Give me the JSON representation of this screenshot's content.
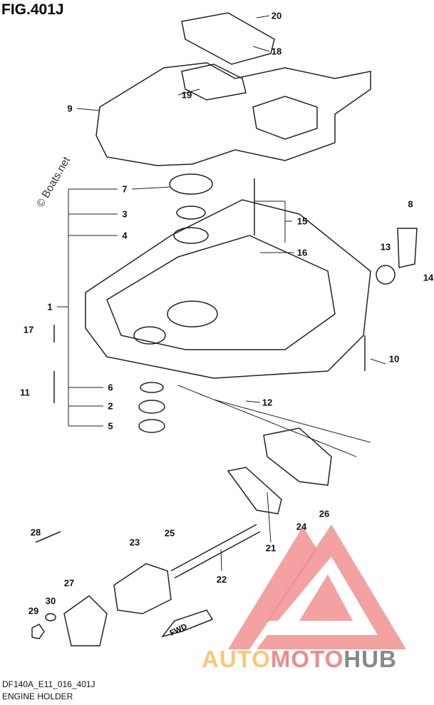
{
  "figure_title": "FIG.401J",
  "drawing_code": "DF140A_E11_016_401J",
  "drawing_name": "ENGINE HOLDER",
  "watermark": "© Boats.net",
  "brand": {
    "part1": "AUTO",
    "part2": "MOTO",
    "part3": "HUB",
    "colors": [
      "#f9c77a",
      "#f08a8a",
      "#888888"
    ]
  },
  "fwd_label": "FWD",
  "callouts": [
    "20",
    "18",
    "9",
    "19",
    "7",
    "3",
    "4",
    "15",
    "8",
    "16",
    "13",
    "14",
    "1",
    "17",
    "10",
    "11",
    "6",
    "12",
    "2",
    "5",
    "28",
    "23",
    "25",
    "24",
    "26",
    "21",
    "22",
    "27",
    "30",
    "29"
  ]
}
